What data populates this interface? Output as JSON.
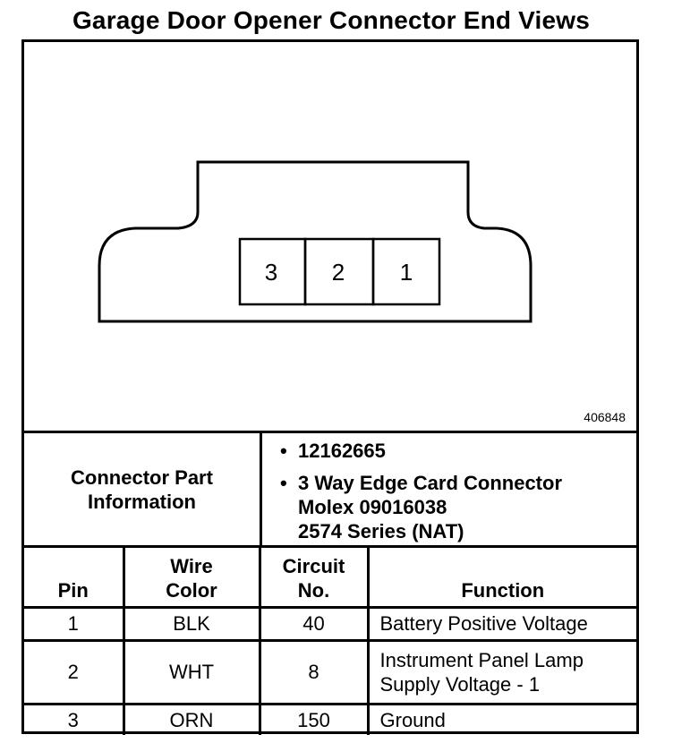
{
  "title": "Garage Door Opener Connector End Views",
  "diagram": {
    "figure_id": "406848",
    "pins": [
      "3",
      "2",
      "1"
    ]
  },
  "part_info": {
    "label_line1": "Connector Part",
    "label_line2": "Information",
    "part_number": "12162665",
    "description_line1": "3 Way Edge Card Connector",
    "description_line2": "Molex 09016038",
    "description_line3": "2574 Series (NAT)",
    "bullet": "•"
  },
  "table": {
    "headers": {
      "pin": "Pin",
      "wire_color_line1": "Wire",
      "wire_color_line2": "Color",
      "circuit_line1": "Circuit",
      "circuit_line2": "No.",
      "function": "Function"
    },
    "rows": [
      {
        "pin": "1",
        "wire_color": "BLK",
        "circuit": "40",
        "function_line1": "Battery Positive Voltage",
        "function_line2": ""
      },
      {
        "pin": "2",
        "wire_color": "WHT",
        "circuit": "8",
        "function_line1": "Instrument Panel Lamp",
        "function_line2": "Supply Voltage - 1"
      },
      {
        "pin": "3",
        "wire_color": "ORN",
        "circuit": "150",
        "function_line1": "Ground",
        "function_line2": ""
      }
    ]
  }
}
